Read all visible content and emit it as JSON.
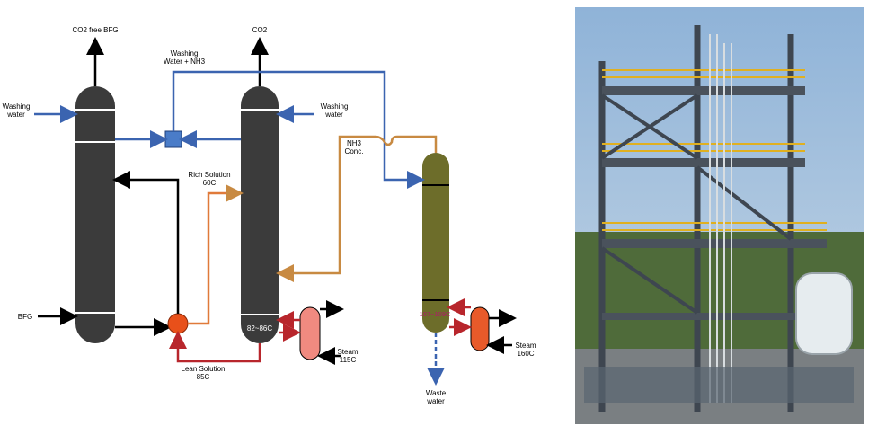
{
  "diagram": {
    "labels": {
      "co2_free_bfg": "CO2 free BFG",
      "co2": "CO2",
      "washing_water_nh3_line1": "Washing",
      "washing_water_nh3_line2": "Water + NH3",
      "washing_water_left_line1": "Washing",
      "washing_water_left_line2": "water",
      "washing_water_right_line1": "Washing",
      "washing_water_right_line2": "water",
      "nh3_conc_line1": "NH3",
      "nh3_conc_line2": "Conc.",
      "rich_solution_line1": "Rich Solution",
      "rich_solution_line2": "60C",
      "bfg": "BFG",
      "temp_stripper": "82~86C",
      "temp_nh3_column": "107~109C",
      "lean_solution_line1": "Lean Solution",
      "lean_solution_line2": "85C",
      "steam_1_line1": "Steam",
      "steam_1_line2": "115C",
      "steam_2_line1": "Steam",
      "steam_2_line2": "160C",
      "waste_water_line1": "Waste",
      "waste_water_line2": "water"
    },
    "colors": {
      "column": "#3b3b3b",
      "nh3_column": "#6d6d2a",
      "blue_line": "#3b64b0",
      "orange_line": "#c88a42",
      "red_line": "#b8262c",
      "pump": "#e8501a",
      "reboiler_1": "#f08a80",
      "reboiler_2": "#e85a2a",
      "heat_exchanger": "#4a7cc8"
    }
  },
  "photo": {
    "icon": "plant-tower-photo"
  }
}
